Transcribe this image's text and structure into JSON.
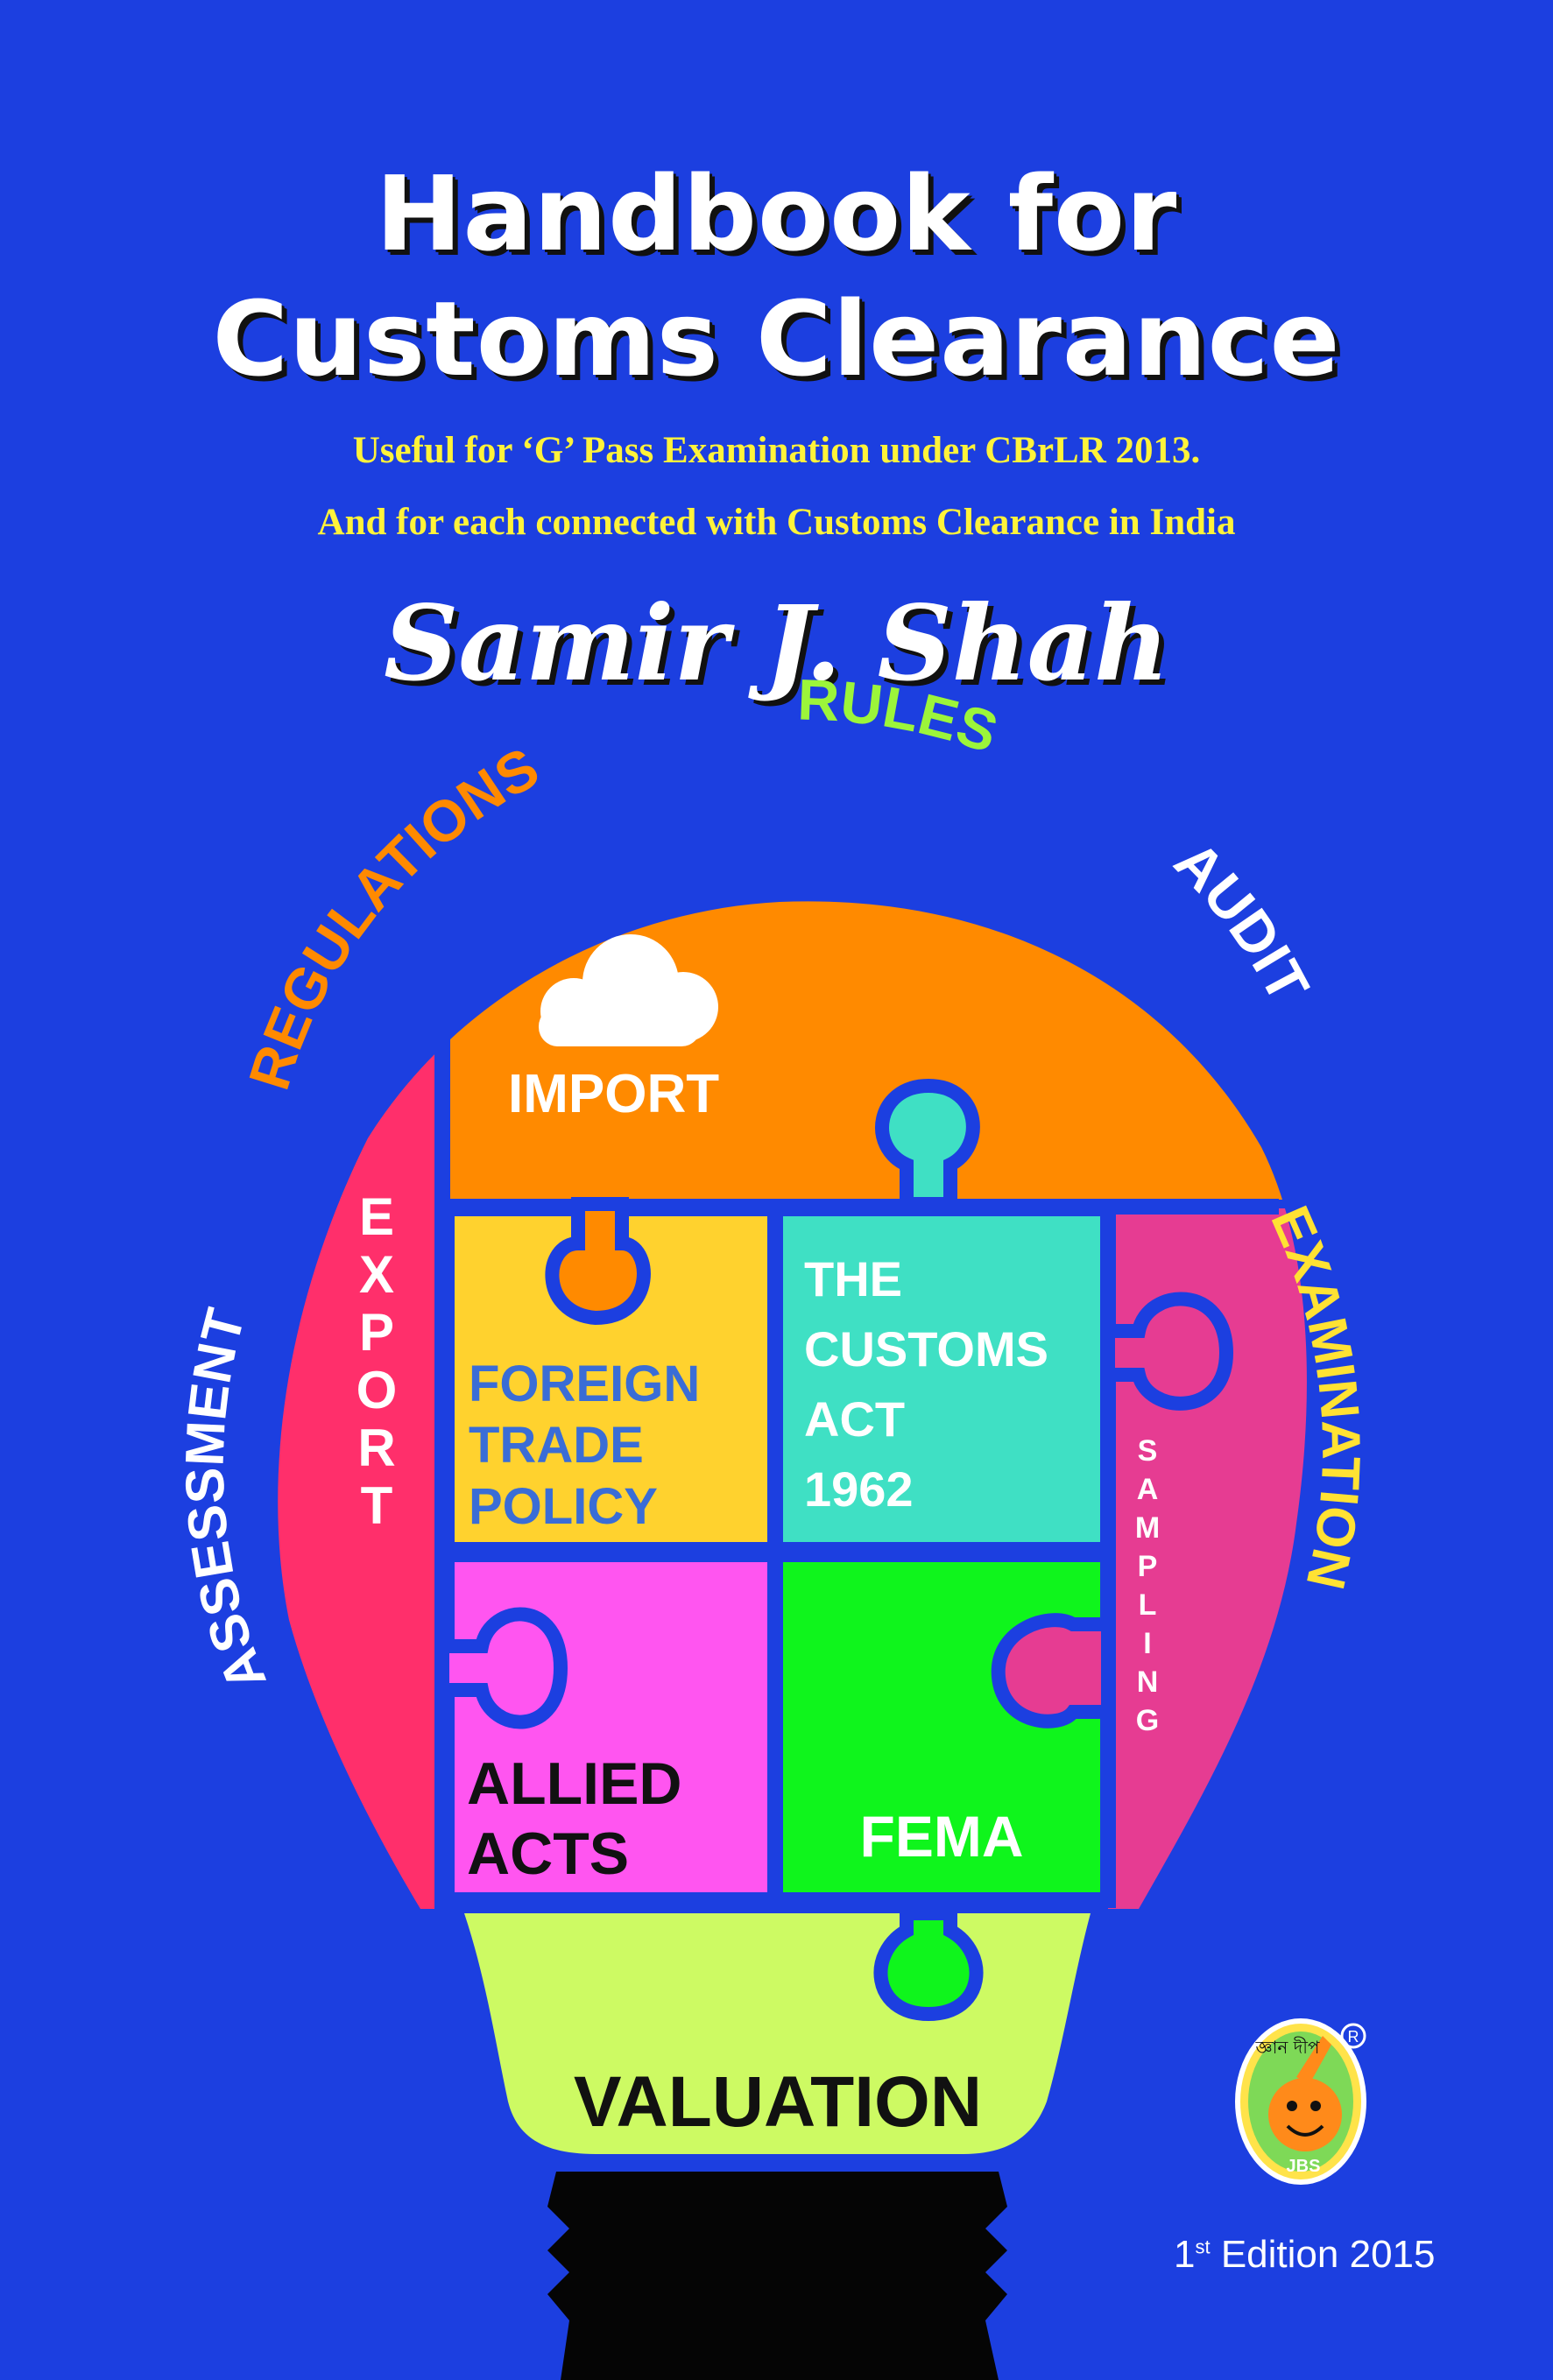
{
  "book": {
    "title_line1": "Handbook for",
    "title_line2": "Customs Clearance",
    "subtitle_line1": "Useful for ‘G’ Pass Examination under CBrLR 2013.",
    "subtitle_line2": "And for each connected with Customs Clearance in India",
    "author": "Samir J. Shah",
    "edition_prefix": "1",
    "edition_sup": "st",
    "edition_rest": " Edition 2015"
  },
  "arc_words": {
    "regulations": "REGULATIONS",
    "rules": "RULES",
    "audit": "AUDIT",
    "examination": "EXAMINATION",
    "assessment": "ASSESSMENT"
  },
  "pieces": {
    "import": "IMPORT",
    "export": "EXPORT",
    "foreign_trade_policy": [
      "FOREIGN",
      "TRADE",
      "POLICY"
    ],
    "customs_act": [
      "THE",
      "CUSTOMS",
      "ACT",
      "1962"
    ],
    "sampling": "SAMPLING",
    "allied_acts": [
      "ALLIED",
      "ACTS"
    ],
    "fema": "FEMA",
    "valuation": "VALUATION"
  },
  "logo": {
    "script_text": "জ্ঞান দীপ",
    "brand": "JBS",
    "registered": "R"
  },
  "colors": {
    "background": "#1c3fe0",
    "orange": "#ff8a00",
    "red": "#ff2f6b",
    "yellow": "#ffd22e",
    "teal": "#3fe0c4",
    "pink": "#e63c92",
    "magenta": "#ff55f0",
    "green": "#0ff51c",
    "lime": "#cdfa63",
    "subtitle_yellow": "#fff33a"
  }
}
